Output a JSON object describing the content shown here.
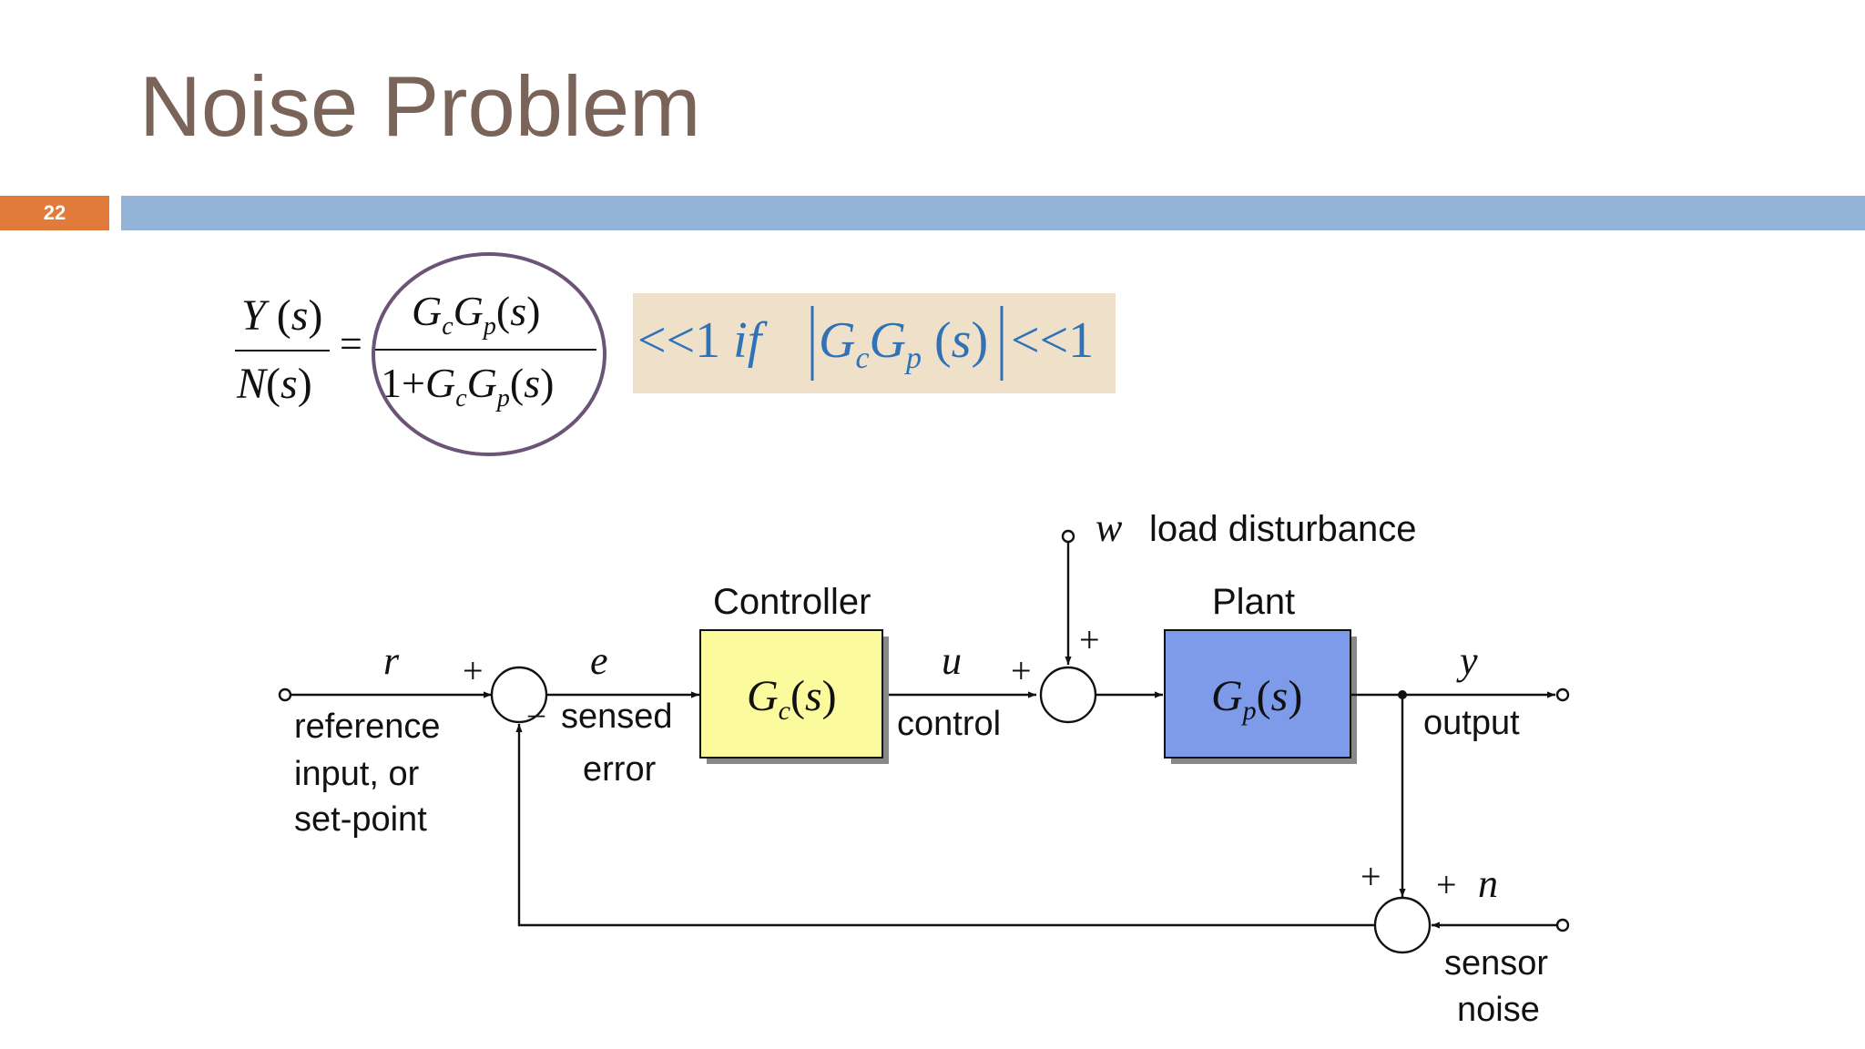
{
  "slide": {
    "title": "Noise Problem",
    "number": "22"
  },
  "colors": {
    "title": "#7a6459",
    "number_bg": "#e07b3b",
    "rule": "#93b3d7",
    "controller_fill": "#fbfb9e",
    "plant_fill": "#7e9bea",
    "circle_stroke": "#6b5478",
    "note_bg": "#efe1c9",
    "note_text": "#2f72b8"
  },
  "formula": {
    "lhs_num": "Y(s)",
    "lhs_den": "N(s)",
    "equals": "=",
    "rhs_num": "GcGp(s)",
    "rhs_den": "1+GcGp(s)",
    "note": "<< 1 if |GcGp(s)| << 1"
  },
  "diagram": {
    "load_label": "load disturbance",
    "w": "w",
    "controller_title": "Controller",
    "plant_title": "Plant",
    "controller_block": "Gc(s)",
    "plant_block": "Gp(s)",
    "r": "r",
    "e": "e",
    "u": "u",
    "y": "y",
    "n": "n",
    "plus": "+",
    "minus": "–",
    "reference": [
      "reference",
      "input, or",
      "set-point"
    ],
    "error": [
      "sensed",
      "error"
    ],
    "control": "control",
    "output": "output",
    "sensor": [
      "sensor",
      "noise"
    ]
  }
}
